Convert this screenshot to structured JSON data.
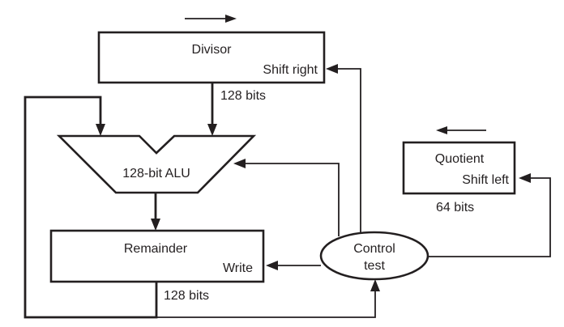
{
  "diagram": {
    "divisor": {
      "name": "Divisor",
      "control": "Shift right",
      "width_label": "128 bits"
    },
    "alu": {
      "name": "128-bit ALU"
    },
    "remainder": {
      "name": "Remainder",
      "control": "Write",
      "width_label": "128 bits"
    },
    "quotient": {
      "name": "Quotient",
      "control": "Shift left",
      "width_label": "64 bits"
    },
    "control": {
      "line1": "Control",
      "line2": "test"
    },
    "shift_directions": {
      "divisor": "right",
      "quotient": "left"
    }
  }
}
